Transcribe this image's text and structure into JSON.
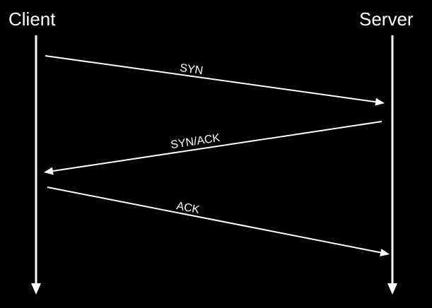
{
  "colors": {
    "background": "#000000",
    "foreground": "#ffffff"
  },
  "participants": [
    {
      "id": "client",
      "label": "Client"
    },
    {
      "id": "server",
      "label": "Server"
    }
  ],
  "messages": [
    {
      "label": "SYN",
      "from": "client",
      "to": "server"
    },
    {
      "label": "SYN/ACK",
      "from": "server",
      "to": "client"
    },
    {
      "label": "ACK",
      "from": "client",
      "to": "server"
    }
  ]
}
